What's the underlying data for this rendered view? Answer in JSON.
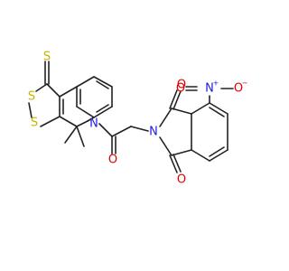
{
  "colors": {
    "background": "#ffffff",
    "bond": "#222222",
    "sulfur": "#c8b400",
    "nitrogen": "#2020e0",
    "oxygen": "#e00000"
  },
  "atoms": {
    "s_thione": "S",
    "s_ring_1": "S",
    "s_ring_2": "S",
    "n_quinoline": "N",
    "o_amide": "O",
    "n_imide": "N",
    "o_imide_top": "O",
    "o_imide_bottom": "O",
    "n_nitro": "N",
    "o_nitro_left": "O",
    "o_nitro_right": "O"
  },
  "charges": {
    "n_nitro": "+",
    "o_nitro_right": "−"
  }
}
